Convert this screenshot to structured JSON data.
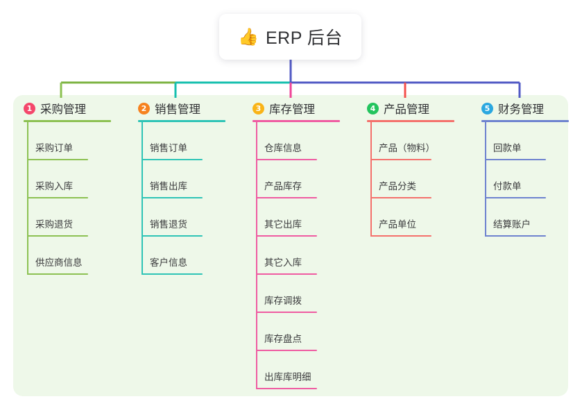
{
  "diagram": {
    "type": "mind-map",
    "root": {
      "icon": "thumbs-up-icon",
      "emoji": "👍",
      "label": "ERP 后台"
    },
    "panel_color": "#eef8e9",
    "bus_segments": [
      {
        "name": "green-segment",
        "color": "#7cb342"
      },
      {
        "name": "teal-segment",
        "color": "#15bfae"
      },
      {
        "name": "indigo-segment",
        "color": "#5159c4"
      }
    ],
    "branches": [
      {
        "index": "1",
        "badge_color": "#f4476b",
        "line_color": "#8cc152",
        "drop_color": "#8cc152",
        "title": "采购管理",
        "items": [
          {
            "label": "采购订单"
          },
          {
            "label": "采购入库"
          },
          {
            "label": "采购退货"
          },
          {
            "label": "供应商信息"
          }
        ]
      },
      {
        "index": "2",
        "badge_color": "#f6821f",
        "line_color": "#2ec4b6",
        "drop_color": "#15bfae",
        "title": "销售管理",
        "items": [
          {
            "label": "销售订单"
          },
          {
            "label": "销售出库"
          },
          {
            "label": "销售退货"
          },
          {
            "label": "客户信息"
          }
        ]
      },
      {
        "index": "3",
        "badge_color": "#f9b418",
        "line_color": "#ef5ba1",
        "drop_color": "#ef4397",
        "title": "库存管理",
        "items": [
          {
            "label": "仓库信息"
          },
          {
            "label": "产品库存"
          },
          {
            "label": "其它出库"
          },
          {
            "label": "其它入库"
          },
          {
            "label": "库存调拨"
          },
          {
            "label": "库存盘点"
          },
          {
            "label": "出库库明细"
          }
        ]
      },
      {
        "index": "4",
        "badge_color": "#23c45e",
        "line_color": "#f4706b",
        "drop_color": "#f4504c",
        "title": "产品管理",
        "items": [
          {
            "label": "产品（物料）"
          },
          {
            "label": "产品分类"
          },
          {
            "label": "产品单位"
          }
        ]
      },
      {
        "index": "5",
        "badge_color": "#2ba8e0",
        "line_color": "#6d82cf",
        "drop_color": "#5159c4",
        "title": "财务管理",
        "items": [
          {
            "label": "回款单"
          },
          {
            "label": "付款单"
          },
          {
            "label": "结算账户"
          }
        ]
      }
    ]
  }
}
